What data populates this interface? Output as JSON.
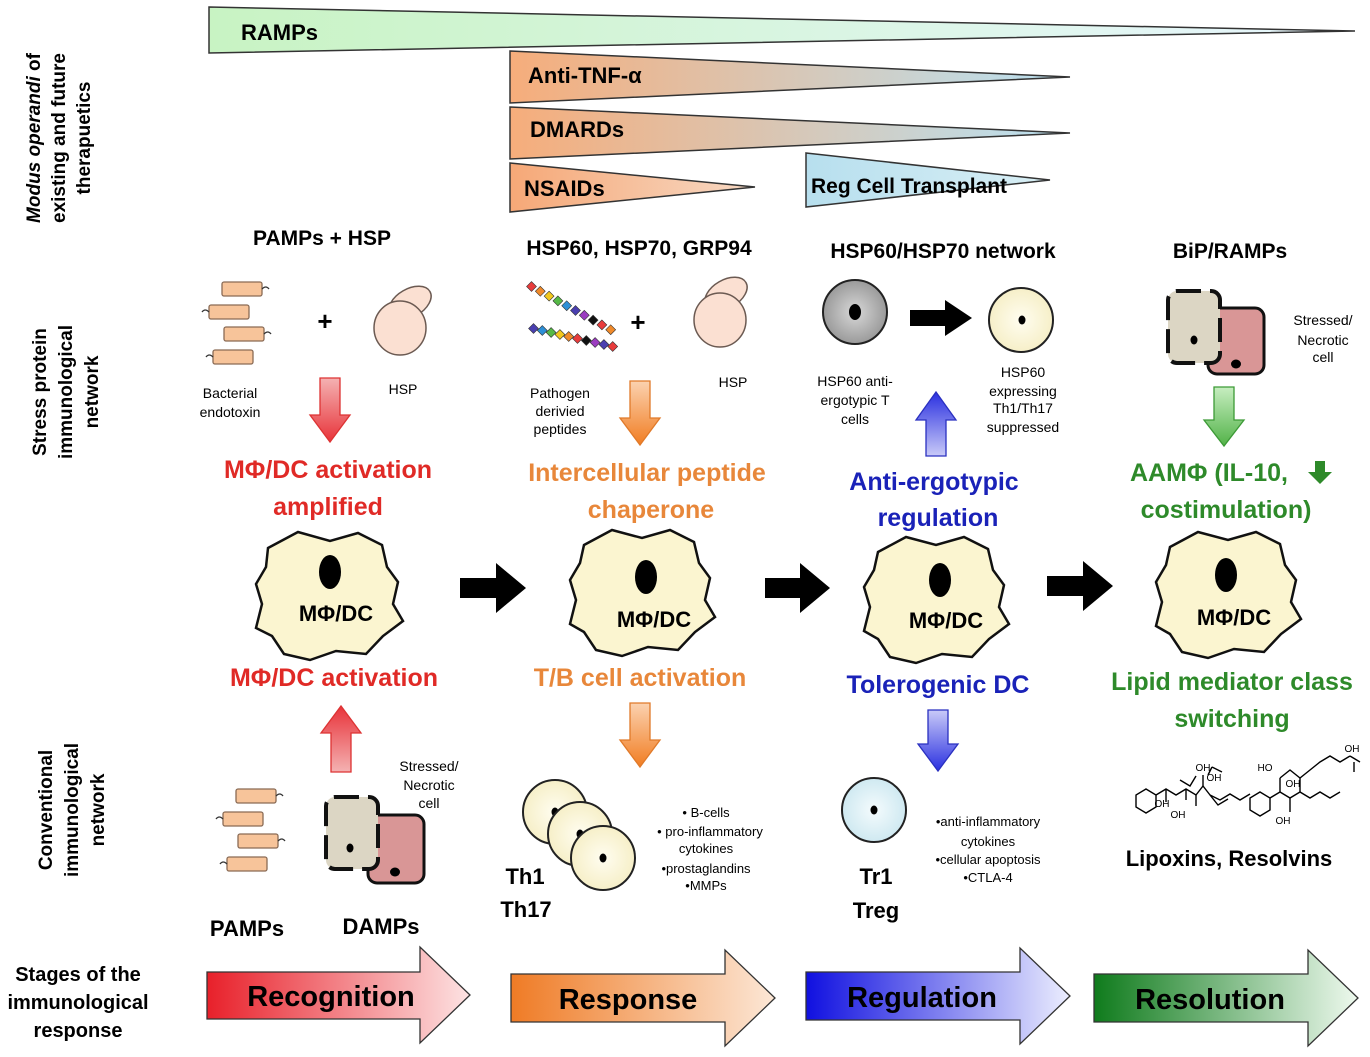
{
  "side_labels": {
    "therapeutics_line1_italic": "Modus operandi",
    "therapeutics_line1_rest": " of",
    "therapeutics_line2": "existing and future",
    "therapeutics_line3": "therapuetics",
    "stress_line1": "Stress protein",
    "stress_line2": "immunological",
    "stress_line3": "network",
    "conventional_line1": "Conventional",
    "conventional_line2": "immunological",
    "conventional_line3": "network",
    "stages_line1": "Stages of the",
    "stages_line2": "immunological",
    "stages_line3": "response"
  },
  "therapeutics": {
    "ramps": "RAMPs",
    "anti_tnf": "Anti-TNF-α",
    "dmards": "DMARDs",
    "nsaids": "NSAIDs",
    "reg_cell": "Reg Cell Transplant"
  },
  "col1": {
    "heading": "PAMPs + HSP",
    "plus": "+",
    "endotoxin_line1": "Bacterial",
    "endotoxin_line2": "endotoxin",
    "hsp": "HSP",
    "stress_title_line1": "MΦ/DC activation",
    "stress_title_line2": "amplified",
    "cell_label": "MΦ/DC",
    "conv_title": "MΦ/DC activation",
    "necrotic_line1": "Stressed/",
    "necrotic_line2": "Necrotic",
    "necrotic_line3": "cell",
    "pamps": "PAMPs",
    "damps": "DAMPs"
  },
  "col2": {
    "heading": "HSP60, HSP70, GRP94",
    "plus": "+",
    "peptides_line1": "Pathogen",
    "peptides_line2": "derivied",
    "peptides_line3": "peptides",
    "hsp": "HSP",
    "stress_title_line1": "Intercellular peptide",
    "stress_title_line2": "chaperone",
    "cell_label": "MΦ/DC",
    "conv_title": "T/B cell activation",
    "th1": "Th1",
    "th17": "Th17",
    "bullets": [
      "• B-cells",
      "• pro-inflammatory",
      "cytokines",
      "•prostaglandins",
      "•MMPs"
    ]
  },
  "col3": {
    "heading": "HSP60/HSP70 network",
    "anti_ergo_line1": "HSP60 anti-",
    "anti_ergo_line2": "ergotypic T",
    "anti_ergo_line3": "cells",
    "expr_line1": "HSP60",
    "expr_line2": "expressing",
    "expr_line3": "Th1/Th17",
    "expr_line4": "suppressed",
    "stress_title_line1": "Anti-ergotypic",
    "stress_title_line2": "regulation",
    "cell_label": "MΦ/DC",
    "conv_title": "Tolerogenic DC",
    "tr1": "Tr1",
    "treg": "Treg",
    "bullets": [
      "•anti-inflammatory",
      "cytokines",
      "•cellular apoptosis",
      "•CTLA-4"
    ]
  },
  "col4": {
    "heading": "BiP/RAMPs",
    "necrotic_line1": "Stressed/",
    "necrotic_line2": "Necrotic",
    "necrotic_line3": "cell",
    "stress_title_line1": "AAMΦ (IL-10,",
    "stress_title_line2": "costimulation)",
    "cell_label": "MΦ/DC",
    "conv_title_line1": "Lipid mediator class",
    "conv_title_line2": "switching",
    "molecule_labels": [
      "OH",
      "OH",
      "OH",
      "OH",
      "HO",
      "OH",
      "OH",
      "OH"
    ],
    "lipids": "Lipoxins, Resolvins"
  },
  "stages": [
    "Recognition",
    "Response",
    "Regulation",
    "Resolution"
  ],
  "colors": {
    "recognition": "#e8302c",
    "response": "#ee8a35",
    "regulation": "#1a22b8",
    "resolution": "#2e8a2a",
    "cell_fill": "#fbf5d0",
    "ramps_green": "#c9f2c4",
    "therapy_orange": "#f5b080",
    "therapy_blue": "#bfe3ef"
  }
}
